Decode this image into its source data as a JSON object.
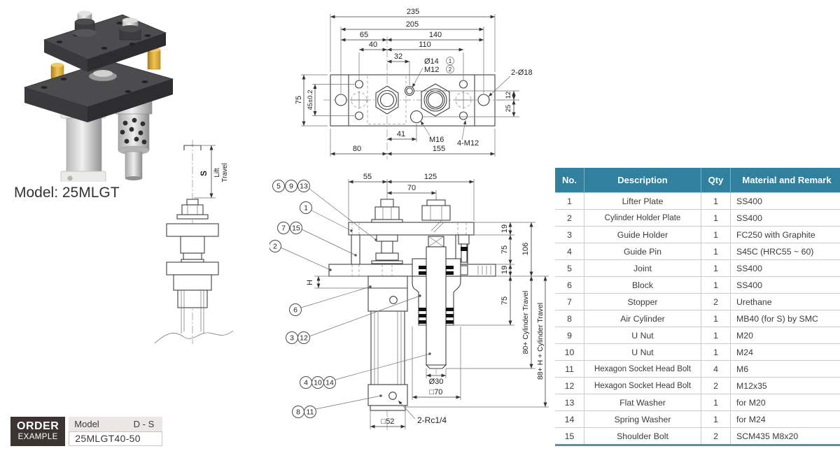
{
  "model_label": "Model: 25MLGT",
  "colors": {
    "table_header_bg": "#31809E",
    "table_bottom_border": "#4E94AC",
    "order_badge_bg": "#3B3430",
    "lift_travel_blue": "#3C6EC0",
    "plate_dark": "#3e3e40",
    "stopper_yellow": "#D4A437"
  },
  "order_example": {
    "badge_line1": "ORDER",
    "badge_line2": "EXAMPLE",
    "field_label": "Model",
    "field_code": "D - S",
    "value": "25MLGT40-50"
  },
  "parts_table": {
    "headers": [
      "No.",
      "Description",
      "Qty",
      "Material and Remark"
    ],
    "rows": [
      {
        "no": "1",
        "description": "Lifter Plate",
        "qty": "1",
        "material": "SS400"
      },
      {
        "no": "2",
        "description": "Cylinder Holder Plate",
        "qty": "1",
        "material": "SS400"
      },
      {
        "no": "3",
        "description": "Guide Holder",
        "qty": "1",
        "material": "FC250 with Graphite"
      },
      {
        "no": "4",
        "description": "Guide Pin",
        "qty": "1",
        "material": "S45C (HRC55 ~ 60)"
      },
      {
        "no": "5",
        "description": "Joint",
        "qty": "1",
        "material": "SS400"
      },
      {
        "no": "6",
        "description": "Block",
        "qty": "1",
        "material": "SS400"
      },
      {
        "no": "7",
        "description": "Stopper",
        "qty": "2",
        "material": "Urethane"
      },
      {
        "no": "8",
        "description": "Air Cylinder",
        "qty": "1",
        "material": "MB40 (for S) by SMC"
      },
      {
        "no": "9",
        "description": "U Nut",
        "qty": "1",
        "material": "M20"
      },
      {
        "no": "10",
        "description": "U Nut",
        "qty": "1",
        "material": "M24"
      },
      {
        "no": "11",
        "description": "Hexagon Socket Head Bolt",
        "qty": "4",
        "material": "M6"
      },
      {
        "no": "12",
        "description": "Hexagon Socket Head Bolt",
        "qty": "2",
        "material": "M12x35"
      },
      {
        "no": "13",
        "description": "Flat Washer",
        "qty": "1",
        "material": "for M20"
      },
      {
        "no": "14",
        "description": "Spring Washer",
        "qty": "1",
        "material": "for M24"
      },
      {
        "no": "15",
        "description": "Shoulder Bolt",
        "qty": "2",
        "material": "SCM435 M8x20"
      }
    ]
  },
  "top_view": {
    "d235": "235",
    "d205": "205",
    "d65": "65",
    "d140": "140",
    "d40": "40",
    "d110": "110",
    "d32": "32",
    "hole1": "Ø14",
    "hole1_ref": "1",
    "hole2": "M12",
    "hole2_ref": "2",
    "d2o18": "2-Ø18",
    "d75": "75",
    "d45": "45±0.2",
    "d12": "12",
    "d25": "25",
    "d41": "41",
    "m16": "M16",
    "m12x4": "4-M12",
    "d80": "80",
    "d155": "155"
  },
  "front_view": {
    "d55": "55",
    "d125": "125",
    "d70": "70",
    "d19a": "19",
    "d106": "106",
    "d75a": "75",
    "d19b": "19",
    "dH": "H",
    "d75b": "75",
    "d80ct": "80+ Cylinder Travel",
    "d88ct": "88+ H + Cylinder Travel",
    "d30": "Ø30",
    "sq70": "□70",
    "sq52": "□52",
    "rc": "2-Rc1/4",
    "c5": "5",
    "c9": "9",
    "c13": "13",
    "c1": "1",
    "c7": "7",
    "c15": "15",
    "c2": "2",
    "c6": "6",
    "c3": "3",
    "c12": "12",
    "c4": "4",
    "c10": "10",
    "c14": "14",
    "c8": "8",
    "c11": "11"
  },
  "side_view": {
    "s": "S",
    "lift": "Lift",
    "travel": "Travel"
  }
}
